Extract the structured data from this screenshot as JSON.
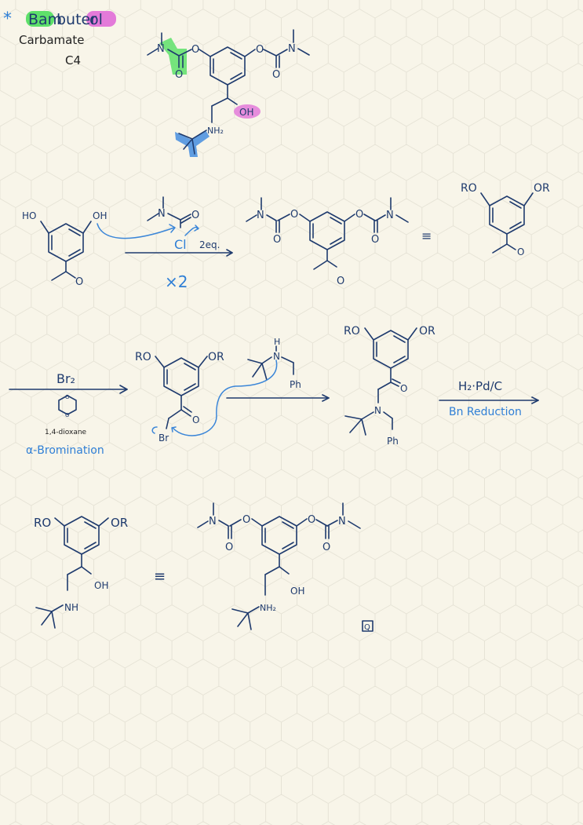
{
  "colors": {
    "ink": "#1f3b6e",
    "blue": "#2f7fd6",
    "highlight_green": "#5ee06a",
    "highlight_pink": "#e37ad9",
    "highlight_blue": "#4f93e0",
    "paper": "#f8f5e9",
    "grid": "#e6e3d6"
  },
  "header": {
    "star": "*",
    "title_part_a": "Bam",
    "title_part_b": "buter",
    "title_part_c": "ol",
    "subtitle": "Carbamate",
    "carbon_label": "C4"
  },
  "atoms": {
    "N": "N",
    "O": "O",
    "OH": "OH",
    "HO": "HO",
    "NH2": "NH₂",
    "RO": "RO",
    "OR": "OR",
    "H": "H",
    "Ph": "Ph",
    "Br": "Br",
    "NH": "NH"
  },
  "step1": {
    "reagent_cl": "Cl",
    "reagent_eq": "2eq.",
    "multiplier": "×2",
    "equiv_sign": "≡"
  },
  "step2": {
    "reagent": "Br₂",
    "solvent": "1,4-dioxane",
    "label": "α-Bromination"
  },
  "step4": {
    "reagent": "H₂·Pd/C",
    "label": "Bn Reduction"
  },
  "final": {
    "equiv_sign": "≡",
    "end_mark": "Q"
  }
}
